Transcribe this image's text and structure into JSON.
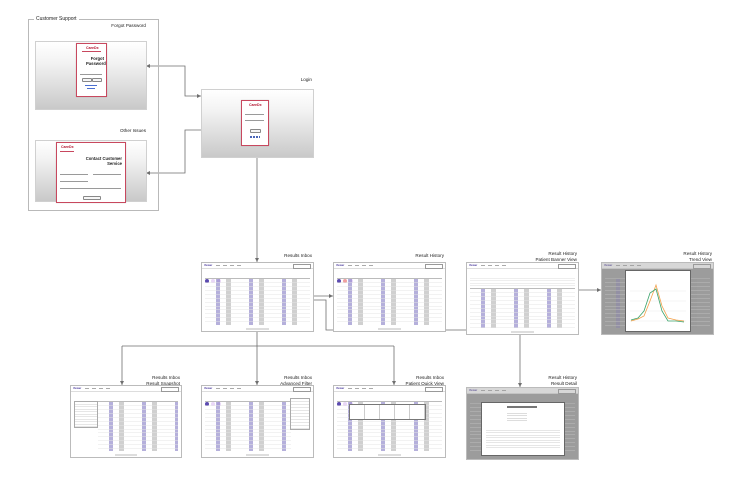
{
  "group": {
    "label": "Customer Support"
  },
  "screens": {
    "forgot_password": {
      "title": "Forgot Password",
      "card_heading": "Forgot Password",
      "logo": "CareDx"
    },
    "other_issues": {
      "title": "Other Issues",
      "card_heading": "Contact Customer Service",
      "logo": "CareDx"
    },
    "login": {
      "title": "Login",
      "logo": "CareDx"
    },
    "results_inbox": {
      "title": "Results Inbox"
    },
    "result_history": {
      "title": "Result History"
    },
    "result_history_banner": {
      "title_line1": "Result History",
      "title_line2": "Patient Banner View"
    },
    "result_history_trend": {
      "title_line1": "Result History",
      "title_line2": "Trend View"
    },
    "results_inbox_snapshot": {
      "title_line1": "Results Inbox",
      "title_line2": "Result Snapshot"
    },
    "results_inbox_filter": {
      "title_line1": "Results Inbox",
      "title_line2": "Advanced Filter"
    },
    "results_inbox_quick": {
      "title_line1": "Results Inbox",
      "title_line2": "Patient Quick View"
    },
    "result_history_detail": {
      "title_line1": "Result History",
      "title_line2": "Result Detail"
    }
  },
  "colors": {
    "connector": "#6f6f6f",
    "brand_red": "#b2122d",
    "accent_purple": "#5b4ab0",
    "accent_green": "#3aa36b"
  }
}
